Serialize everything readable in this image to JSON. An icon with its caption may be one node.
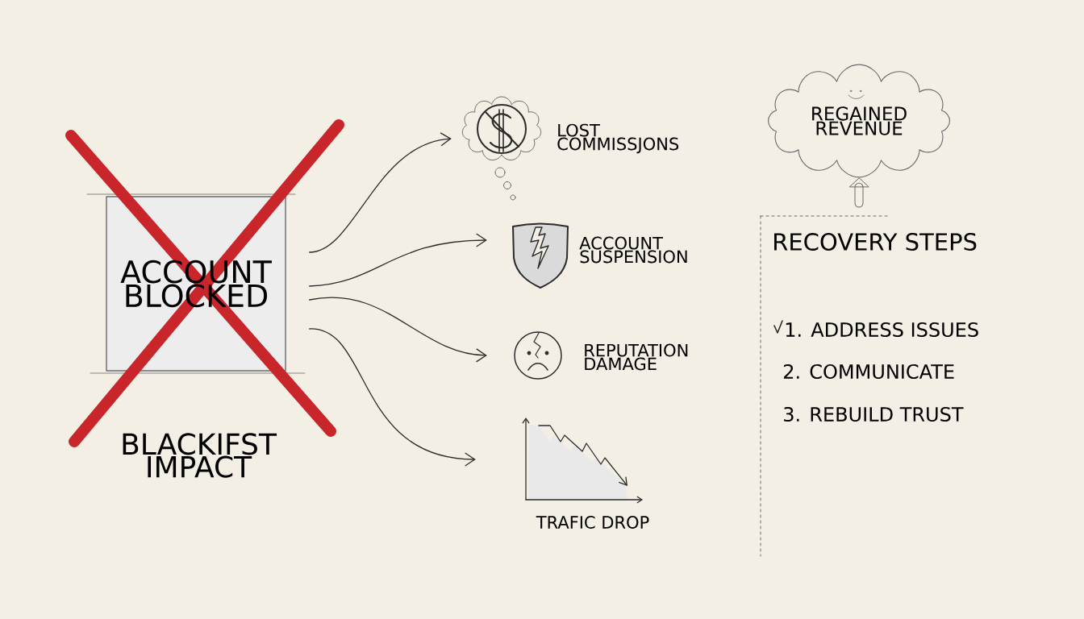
{
  "diagram": {
    "nodes": [
      {
        "text": [
          "ACCOUNT BLOCKED"
        ],
        "beside": [
          "BLACKIFST IMPACT"
        ]
      },
      {
        "text": [],
        "shape": "picture",
        "beside": [
          "LOST COMMISSJONS"
        ]
      },
      {
        "text": [],
        "shape": "picture",
        "beside": [
          "ACCOUNT SUSPENSION"
        ]
      },
      {
        "text": [],
        "shape": "picture",
        "beside": [
          "REPUTATION DAMAGE"
        ]
      },
      {
        "text": [],
        "shape": "picture",
        "beside": [
          "TRAFIC DROP"
        ]
      },
      {
        "text": [
          "REGAINED REVENUE"
        ]
      },
      {
        "text": [
          "RECOVERY STEPS",
          "1. ADDRESS ISSUES",
          "2. COMMUNICATE",
          "3. REBUILD TRUST"
        ]
      }
    ],
    "edges": [
      {
        "from": 0,
        "to": 1,
        "arrow": "to"
      },
      {
        "from": 0,
        "to": 2,
        "arrow": "to"
      },
      {
        "from": 0,
        "to": 3,
        "arrow": "to"
      },
      {
        "from": 0,
        "to": 4,
        "arrow": "to"
      },
      {
        "from": 6,
        "to": 5,
        "arrow": "to",
        "style": "thick"
      }
    ]
  }
}
